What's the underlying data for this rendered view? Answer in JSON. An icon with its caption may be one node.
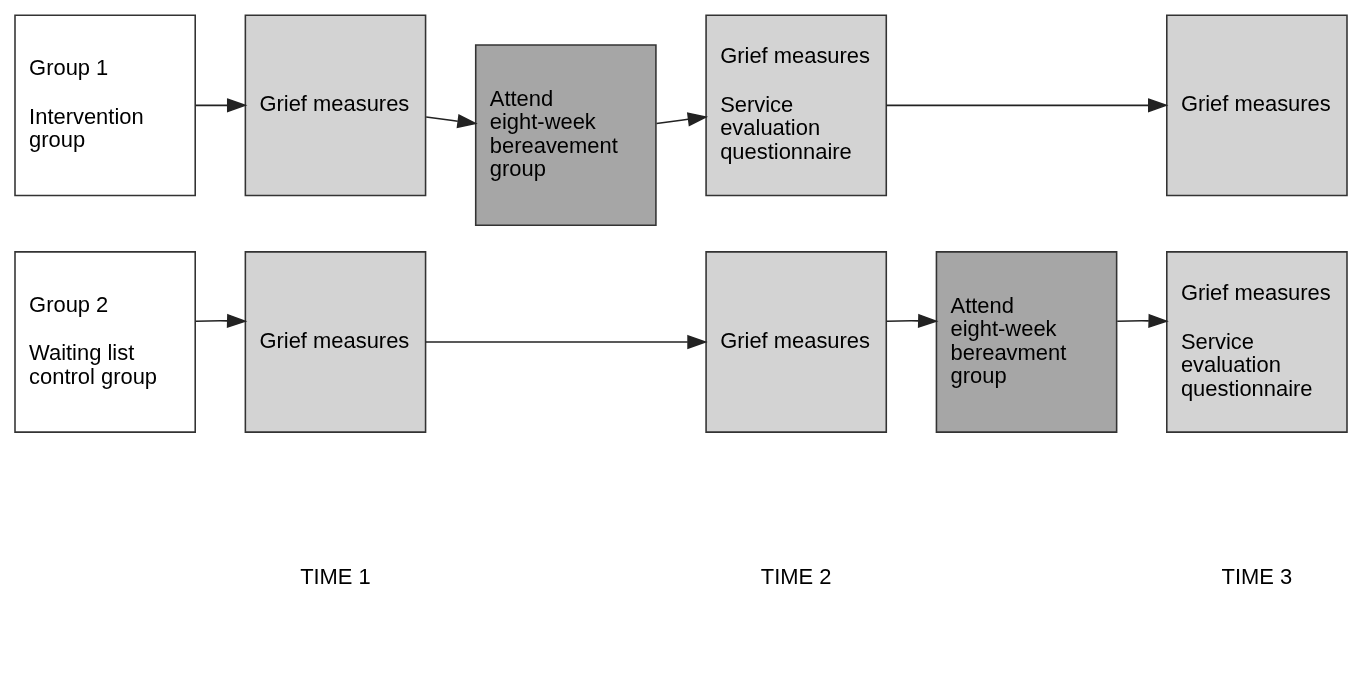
{
  "diagram": {
    "nodes": [
      {
        "text": [
          "Group 1",
          "Intervention group"
        ]
      },
      {
        "text": [
          "Grief measures"
        ]
      },
      {
        "text": [
          "Attend eight-week bereavement group"
        ]
      },
      {
        "text": [
          "Grief measures",
          "Service evaluation questionnaire"
        ]
      },
      {
        "text": [
          "Grief measures"
        ]
      },
      {
        "text": [
          "Group 2",
          "Waiting list control group"
        ]
      },
      {
        "text": [
          "Grief measures"
        ]
      },
      {
        "text": [
          "Grief measures"
        ]
      },
      {
        "text": [
          "Attend eight-week bereavment group"
        ]
      },
      {
        "text": [
          "Grief measures",
          "Service evaluation questionnaire"
        ]
      }
    ],
    "edges": [
      {
        "from": 0,
        "to": 1,
        "arrow": "to"
      },
      {
        "from": 1,
        "to": 2,
        "arrow": "to"
      },
      {
        "from": 2,
        "to": 3,
        "arrow": "to"
      },
      {
        "from": 3,
        "to": 4,
        "arrow": "to"
      },
      {
        "from": 5,
        "to": 6,
        "arrow": "to"
      },
      {
        "from": 6,
        "to": 7,
        "arrow": "to"
      },
      {
        "from": 7,
        "to": 8,
        "arrow": "to"
      },
      {
        "from": 8,
        "to": 9,
        "arrow": "to"
      }
    ],
    "labels": [
      "TIME 1",
      "TIME 2",
      "TIME 3"
    ]
  }
}
